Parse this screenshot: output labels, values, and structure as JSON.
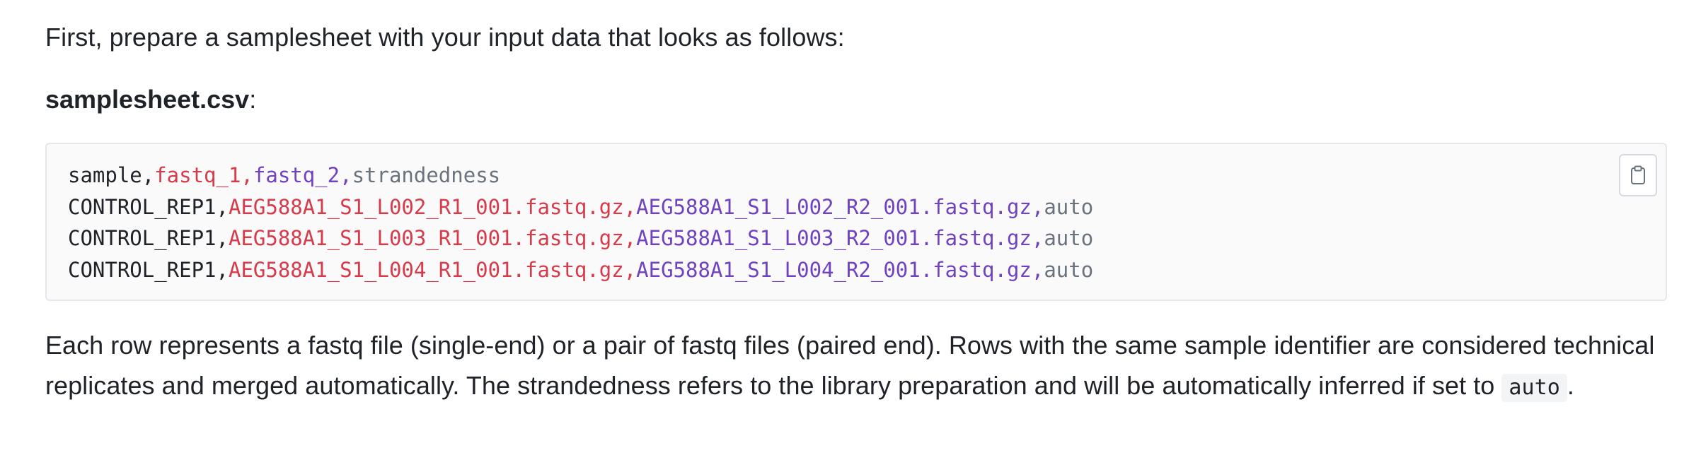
{
  "intro": {
    "text": "First, prepare a samplesheet with your input data that looks as follows:"
  },
  "heading": {
    "filename": "samplesheet.csv",
    "suffix": ":"
  },
  "code_block": {
    "colors": {
      "column_1": "#1f2328",
      "column_2": "#d73a49",
      "column_3": "#6f42c1",
      "column_4": "#6a737d"
    },
    "lines": [
      [
        "sample,",
        "fastq_1,",
        "fastq_2,",
        "strandedness"
      ],
      [
        "CONTROL_REP1,",
        "AEG588A1_S1_L002_R1_001.fastq.gz,",
        "AEG588A1_S1_L002_R2_001.fastq.gz,",
        "auto"
      ],
      [
        "CONTROL_REP1,",
        "AEG588A1_S1_L003_R1_001.fastq.gz,",
        "AEG588A1_S1_L003_R2_001.fastq.gz,",
        "auto"
      ],
      [
        "CONTROL_REP1,",
        "AEG588A1_S1_L004_R1_001.fastq.gz,",
        "AEG588A1_S1_L004_R2_001.fastq.gz,",
        "auto"
      ]
    ],
    "copy_icon": "clipboard-icon"
  },
  "paragraph": {
    "text": "Each row represents a fastq file (single-end) or a pair of fastq files (paired end). Rows with the same sample identifier are considered technical replicates and merged automatically. The strandedness refers to the library preparation and will be automatically inferred if set to ",
    "inline_code": "auto",
    "end": "."
  }
}
